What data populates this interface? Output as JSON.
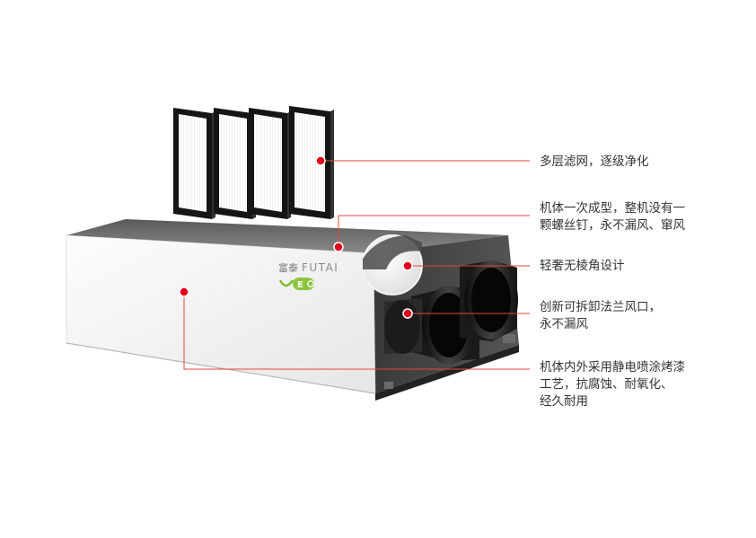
{
  "brand": {
    "logo_text_cn": "富泰",
    "logo_text_en": "FUTAI",
    "eco_text": "E"
  },
  "annotations": [
    {
      "lines": [
        "多层滤网，逐级净化"
      ]
    },
    {
      "lines": [
        "机体一次成型，整机没有一",
        "颗螺丝钉，永不漏风、窜风"
      ]
    },
    {
      "lines": [
        "轻奢无棱角设计"
      ]
    },
    {
      "lines": [
        "创新可拆卸法兰风口，",
        "永不漏风"
      ]
    },
    {
      "lines": [
        "机体内外采用静电喷涂烤漆",
        "工艺，抗腐蚀、耐氧化、",
        "经久耐用"
      ]
    }
  ],
  "colors": {
    "leader_line": "#e2473f",
    "marker_dot": "#e0001b",
    "text": "#333333"
  }
}
